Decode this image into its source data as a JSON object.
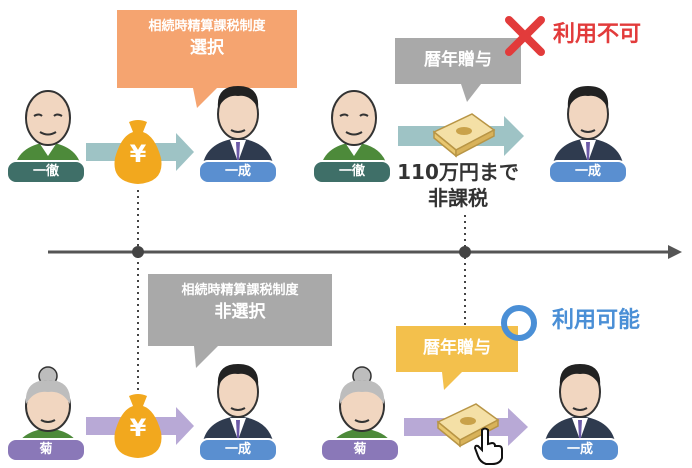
{
  "top": {
    "bubble_orange": {
      "line1": "相続時精算課税制度",
      "line2": "選択"
    },
    "bubble_gray_gift": "暦年贈与",
    "result_text": "利用不可",
    "giver_label": "一徹",
    "receiver_label": "一成",
    "giver_label_right": "一徹",
    "receiver_label_right": "一成",
    "amount_note": {
      "line1": "110万円まで",
      "line2": "非課税"
    },
    "coin_symbol": "¥"
  },
  "bottom": {
    "bubble_gray": {
      "line1": "相続時精算課税制度",
      "line2": "非選択"
    },
    "bubble_yellow_gift": "暦年贈与",
    "result_text": "利用可能",
    "giver_label": "菊",
    "receiver_label": "一成",
    "giver_label_right": "菊",
    "receiver_label_right": "一成",
    "coin_symbol": "¥"
  },
  "colors": {
    "orange": "#f5a470",
    "gray": "#a9a9a9",
    "yellow": "#f3c04c",
    "red": "#e23b3b",
    "blue": "#4a8fd6",
    "green_tag": "#3f6f68",
    "blue_tag": "#5a8fd0",
    "purple_tag": "#8a78b8",
    "coin": "#f2a81e"
  },
  "icons": [
    "cross-icon",
    "circle-icon",
    "yen-money-bag-icon",
    "cash-bundle-icon",
    "hand-cursor-icon",
    "elderly-man-icon",
    "elderly-woman-icon",
    "businessman-icon"
  ]
}
